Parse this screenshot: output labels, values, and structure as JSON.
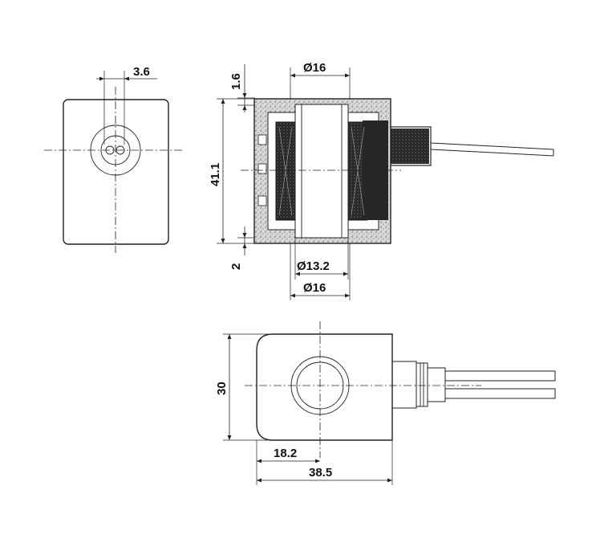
{
  "dimensions": {
    "hole_offset": "3.6",
    "top_gap": "1.6",
    "outer_dia_top": "Ø16",
    "height": "41.1",
    "bottom_gap": "2",
    "inner_dia": "Ø13.2",
    "outer_dia_bottom": "Ø16",
    "width": "30",
    "center_offset": "18.2",
    "length": "38.5"
  }
}
